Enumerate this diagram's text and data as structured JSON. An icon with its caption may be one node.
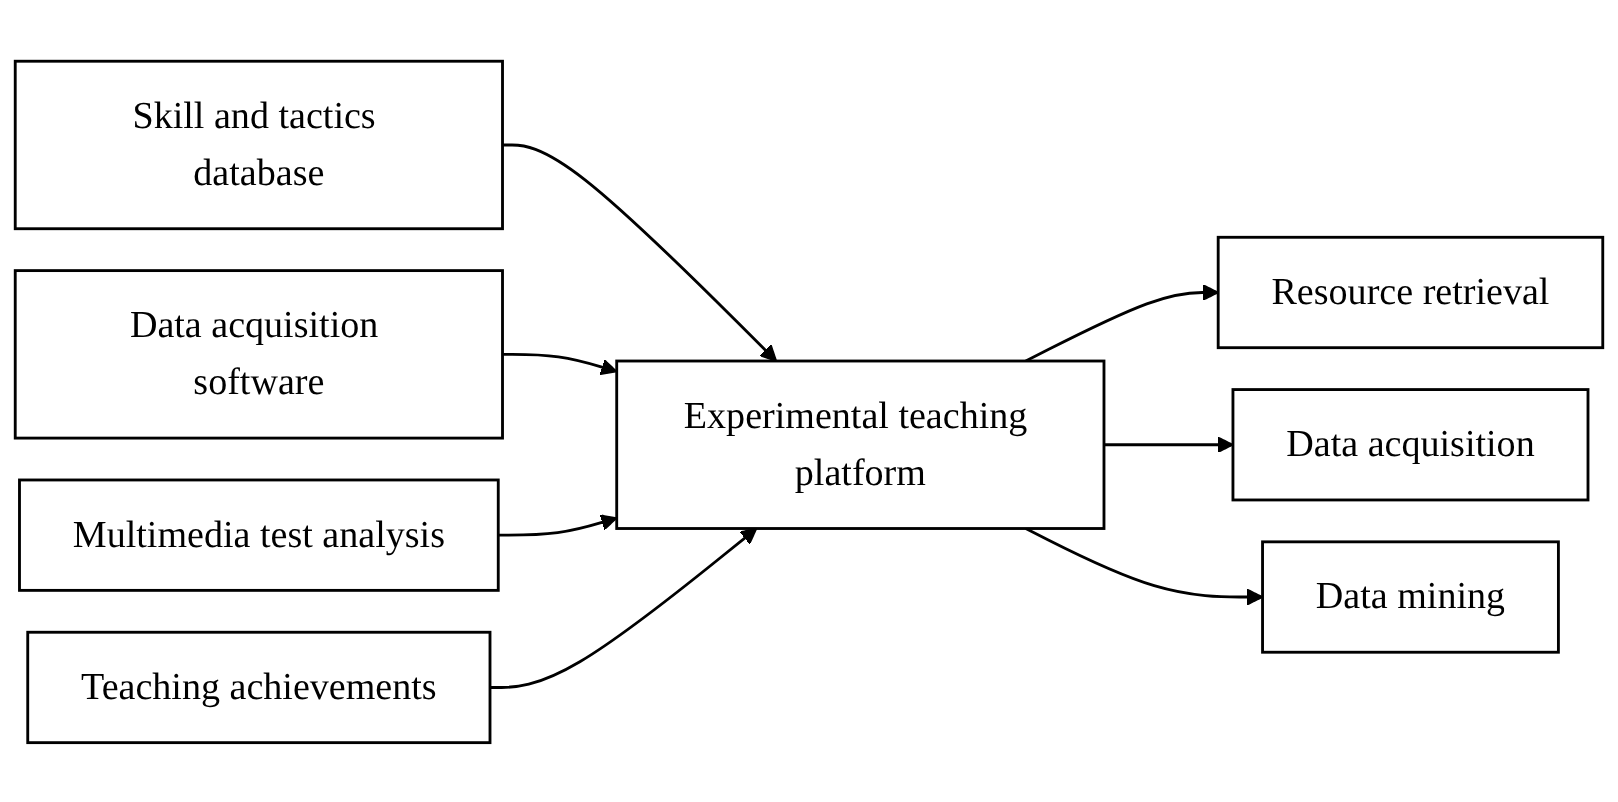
{
  "diagram": {
    "nodes": [
      {
        "text": [
          "Skill and tactics database"
        ]
      },
      {
        "text": [
          "Data acquisition software"
        ]
      },
      {
        "text": [
          "Multimedia test analysis"
        ]
      },
      {
        "text": [
          "Teaching achievements"
        ]
      },
      {
        "text": [
          "Experimental teaching platform"
        ]
      },
      {
        "text": [
          "Resource retrieval"
        ]
      },
      {
        "text": [
          "Data acquisition"
        ]
      },
      {
        "text": [
          "Data mining"
        ]
      }
    ],
    "edges": [
      {
        "from": 0,
        "to": 4,
        "arrow": "to"
      },
      {
        "from": 1,
        "to": 4,
        "arrow": "to"
      },
      {
        "from": 2,
        "to": 4,
        "arrow": "to"
      },
      {
        "from": 3,
        "to": 4,
        "arrow": "to"
      },
      {
        "from": 4,
        "to": 5,
        "arrow": "to"
      },
      {
        "from": 4,
        "to": 6,
        "arrow": "to"
      },
      {
        "from": 4,
        "to": 7,
        "arrow": "to"
      }
    ]
  }
}
